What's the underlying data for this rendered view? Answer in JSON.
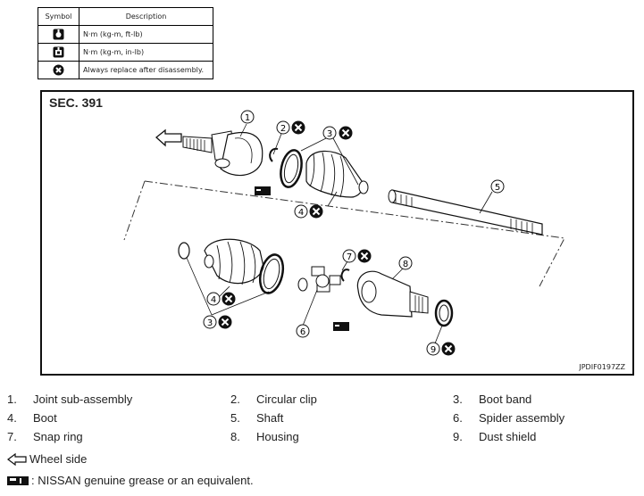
{
  "symbol_table": {
    "headers": {
      "symbol": "Symbol",
      "description": "Description"
    },
    "rows": [
      {
        "icon": "torque-wrench-ft-lb-icon",
        "description": "N·m (kg-m, ft-lb)"
      },
      {
        "icon": "torque-wrench-in-lb-icon",
        "description": "N·m (kg-m, in-lb)"
      },
      {
        "icon": "always-replace-icon",
        "description": "Always replace after disassembly."
      }
    ]
  },
  "diagram": {
    "section": "SEC. 391",
    "figure_code": "JPDIF0197ZZ",
    "callouts": {
      "c1": "1",
      "c2": "2",
      "c3a": "3",
      "c4a": "4",
      "c5": "5",
      "c3b": "3",
      "c4b": "4",
      "c6": "6",
      "c7": "7",
      "c8": "8",
      "c9": "9"
    }
  },
  "legend": [
    {
      "num": "1.",
      "label": "Joint sub-assembly"
    },
    {
      "num": "2.",
      "label": "Circular clip"
    },
    {
      "num": "3.",
      "label": "Boot band"
    },
    {
      "num": "4.",
      "label": "Boot"
    },
    {
      "num": "5.",
      "label": "Shaft"
    },
    {
      "num": "6.",
      "label": "Spider assembly"
    },
    {
      "num": "7.",
      "label": "Snap ring"
    },
    {
      "num": "8.",
      "label": "Housing"
    },
    {
      "num": "9.",
      "label": "Dust shield"
    }
  ],
  "notes": {
    "wheel_side": "Wheel side",
    "grease": ": NISSAN genuine grease or an equivalent."
  }
}
